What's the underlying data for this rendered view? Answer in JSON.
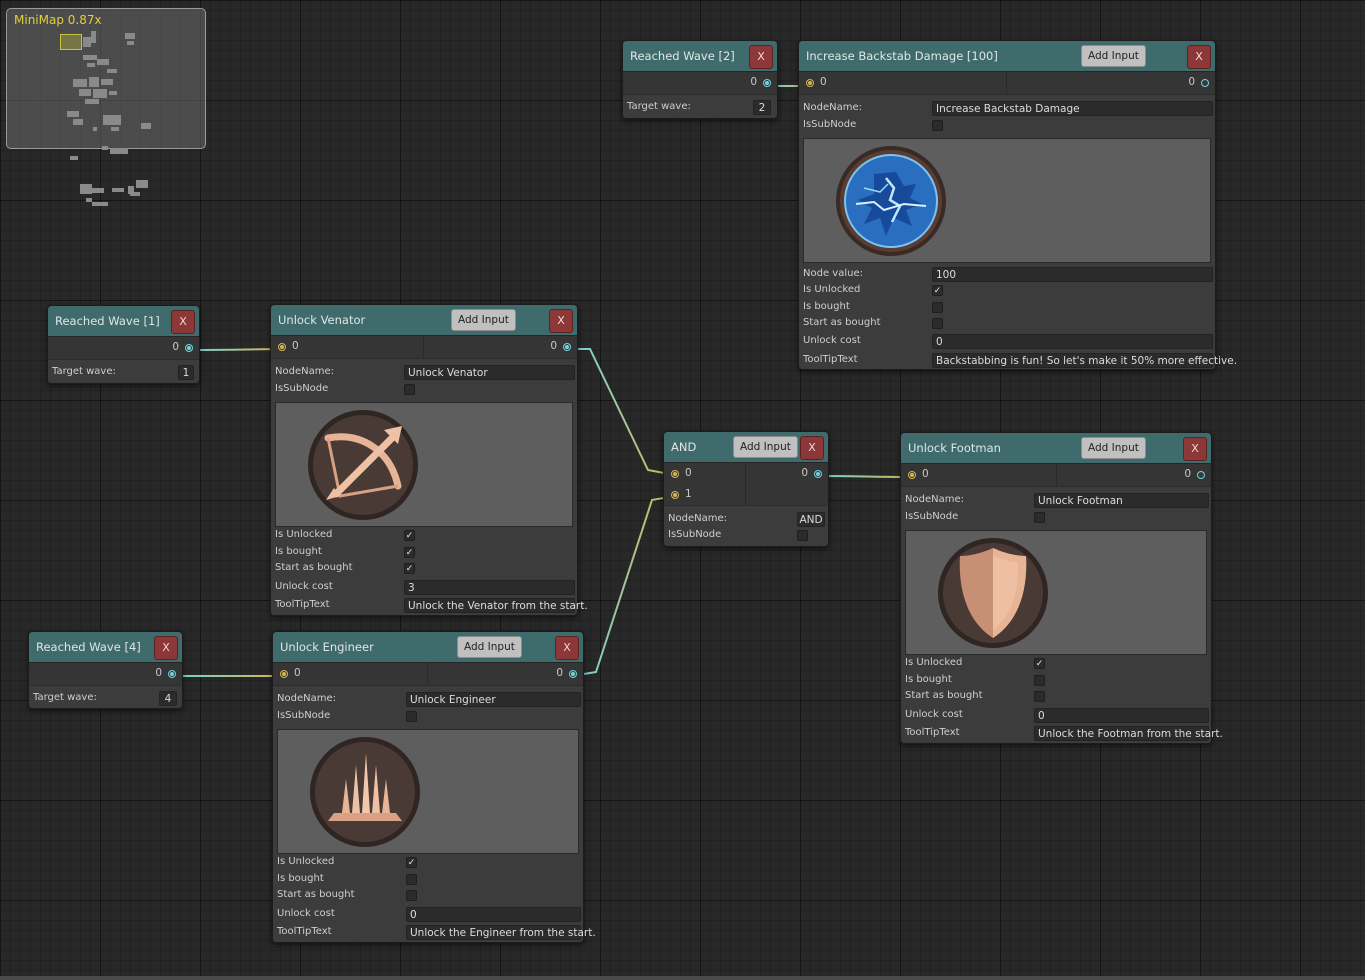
{
  "minimap": {
    "label": "MiniMap  0.87x"
  },
  "nodes": {
    "wave1": {
      "title": "Reached Wave [1]",
      "close": "X",
      "out_label": "0",
      "target_label": "Target wave:",
      "target_value": "1"
    },
    "wave2": {
      "title": "Reached Wave [2]",
      "close": "X",
      "out_label": "0",
      "target_label": "Target wave:",
      "target_value": "2"
    },
    "wave4": {
      "title": "Reached Wave [4]",
      "close": "X",
      "out_label": "0",
      "target_label": "Target wave:",
      "target_value": "4"
    },
    "backstab": {
      "title": "Increase Backstab Damage [100]",
      "add_input": "Add Input",
      "close": "X",
      "in_label": "0",
      "out_label": "0",
      "labels": {
        "nodename": "NodeName:",
        "issub": "IsSubNode",
        "nodevalue": "Node value:",
        "unlocked": "Is Unlocked",
        "bought": "Is bought",
        "startbought": "Start as bought",
        "cost": "Unlock cost",
        "tooltip": "ToolTipText"
      },
      "nodename": "Increase Backstab Damage",
      "nodevalue": "100",
      "cost": "0",
      "tooltip": "Backstabbing is fun! So let's make it 50% more effective.",
      "is_sub": false,
      "is_unlocked": true,
      "is_bought": false,
      "start_bought": false,
      "icon": "backstab-lightning-icon"
    },
    "venator": {
      "title": "Unlock Venator",
      "add_input": "Add Input",
      "close": "X",
      "in_label": "0",
      "out_label": "0",
      "labels": {
        "nodename": "NodeName:",
        "issub": "IsSubNode",
        "unlocked": "Is Unlocked",
        "bought": "Is bought",
        "startbought": "Start as bought",
        "cost": "Unlock cost",
        "tooltip": "ToolTipText"
      },
      "nodename": "Unlock Venator",
      "cost": "3",
      "tooltip": "Unlock the Venator from the start.",
      "is_sub": false,
      "is_unlocked": true,
      "is_bought": true,
      "start_bought": true,
      "icon": "crossbow-icon"
    },
    "engineer": {
      "title": "Unlock Engineer",
      "add_input": "Add Input",
      "close": "X",
      "in_label": "0",
      "out_label": "0",
      "labels": {
        "nodename": "NodeName:",
        "issub": "IsSubNode",
        "unlocked": "Is Unlocked",
        "bought": "Is bought",
        "startbought": "Start as bought",
        "cost": "Unlock cost",
        "tooltip": "ToolTipText"
      },
      "nodename": "Unlock Engineer",
      "cost": "0",
      "tooltip": "Unlock the Engineer from the start.",
      "is_sub": false,
      "is_unlocked": true,
      "is_bought": false,
      "start_bought": false,
      "icon": "spike-barricade-icon"
    },
    "and": {
      "title": "AND",
      "add_input": "Add Input",
      "close": "X",
      "in0_label": "0",
      "in1_label": "1",
      "out_label": "0",
      "labels": {
        "nodename": "NodeName:",
        "issub": "IsSubNode"
      },
      "nodename": "AND",
      "is_sub": false
    },
    "footman": {
      "title": "Unlock Footman",
      "add_input": "Add Input",
      "close": "X",
      "in_label": "0",
      "out_label": "0",
      "labels": {
        "nodename": "NodeName:",
        "issub": "IsSubNode",
        "unlocked": "Is Unlocked",
        "bought": "Is bought",
        "startbought": "Start as bought",
        "cost": "Unlock cost",
        "tooltip": "ToolTipText"
      },
      "nodename": "Unlock Footman",
      "cost": "0",
      "tooltip": "Unlock the Footman from the start.",
      "is_sub": false,
      "is_unlocked": true,
      "is_bought": false,
      "start_bought": false,
      "icon": "shield-icon"
    }
  },
  "colors": {
    "header": "#3f6b6c",
    "close": "#8c3838",
    "input_pin": "#d4b64e",
    "output_pin": "#6fd4de",
    "minimap_label": "#e0cf3a"
  }
}
